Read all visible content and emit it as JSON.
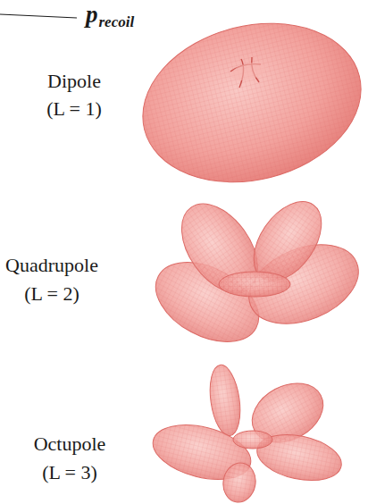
{
  "diagram": {
    "labels": [
      "p",
      "recoil",
      "Dipole",
      "(L = 1)",
      "Quadrupole",
      "(L = 2)",
      "Octupole",
      "(L = 3)"
    ]
  }
}
